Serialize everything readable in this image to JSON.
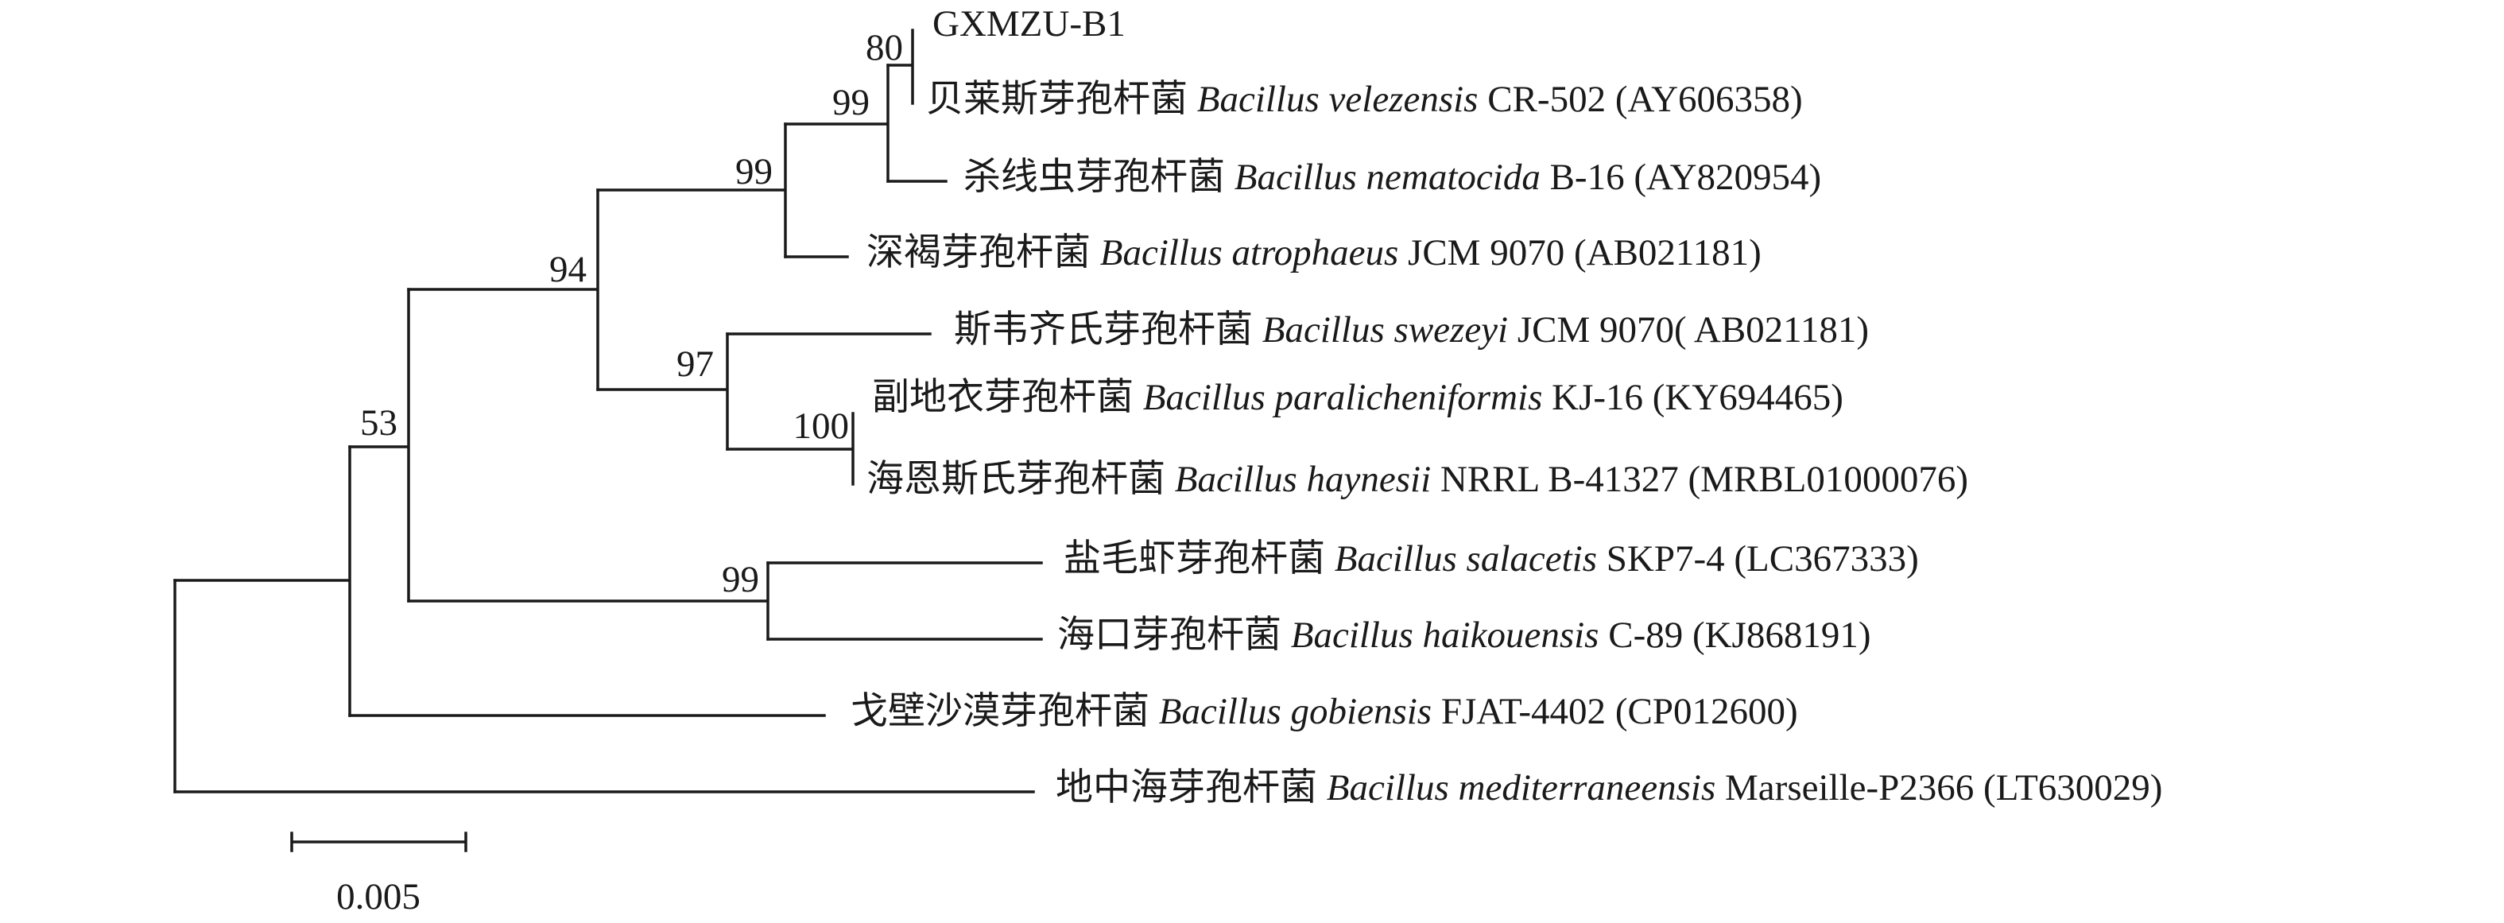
{
  "figure": {
    "type": "phylogenetic-tree",
    "leaves": [
      {
        "id": "gxmzu",
        "cn": "",
        "species": "",
        "strain": "GXMZU-B1",
        "accession": ""
      },
      {
        "id": "velezensis",
        "cn": "贝莱斯芽孢杆菌",
        "species": "Bacillus velezensis",
        "strain": "CR-502",
        "accession": "(AY606358)"
      },
      {
        "id": "nematocida",
        "cn": "杀线虫芽孢杆菌",
        "species": "Bacillus nematocida",
        "strain": "B-16",
        "accession": "(AY820954)"
      },
      {
        "id": "atrophaeus",
        "cn": "深褐芽孢杆菌",
        "species": "Bacillus atrophaeus",
        "strain": "JCM 9070",
        "accession": "(AB021181)"
      },
      {
        "id": "swezeyi",
        "cn": "斯韦齐氏芽孢杆菌",
        "species": "Bacillus swezeyi",
        "strain": "JCM 9070(",
        "accession": "AB021181)"
      },
      {
        "id": "paralicheniformis",
        "cn": "副地衣芽孢杆菌",
        "species": "Bacillus paralicheniformis",
        "strain": "KJ-16",
        "accession": "(KY694465)"
      },
      {
        "id": "haynesii",
        "cn": "海恩斯氏芽孢杆菌",
        "species": "Bacillus haynesii",
        "strain": "NRRL B-41327",
        "accession": "(MRBL01000076)"
      },
      {
        "id": "salacetis",
        "cn": "盐毛虾芽孢杆菌",
        "species": "Bacillus salacetis",
        "strain": "SKP7-4",
        "accession": "(LC367333)"
      },
      {
        "id": "haikouensis",
        "cn": "海口芽孢杆菌",
        "species": "Bacillus haikouensis",
        "strain": "C-89",
        "accession": "(KJ868191)"
      },
      {
        "id": "gobiensis",
        "cn": "戈壁沙漠芽孢杆菌",
        "species": "Bacillus gobiensis",
        "strain": "FJAT-4402",
        "accession": "(CP012600)"
      },
      {
        "id": "mediterraneensis",
        "cn": "地中海芽孢杆菌",
        "species": "Bacillus mediterraneensis",
        "strain": "Marseille-P2366",
        "accession": "(LT630029)"
      }
    ],
    "bootstrap": {
      "gxmzu_velezensis": "80",
      "with_nematocida": "99",
      "with_atrophaeus": "99",
      "subtilis_licheniformis": "94",
      "licheniformis_group": "97",
      "para_haynesii": "100",
      "salacetis_haikou": "99",
      "ingroup": "53"
    },
    "scale_bar": {
      "label": "0.005",
      "value": 0.005
    }
  }
}
